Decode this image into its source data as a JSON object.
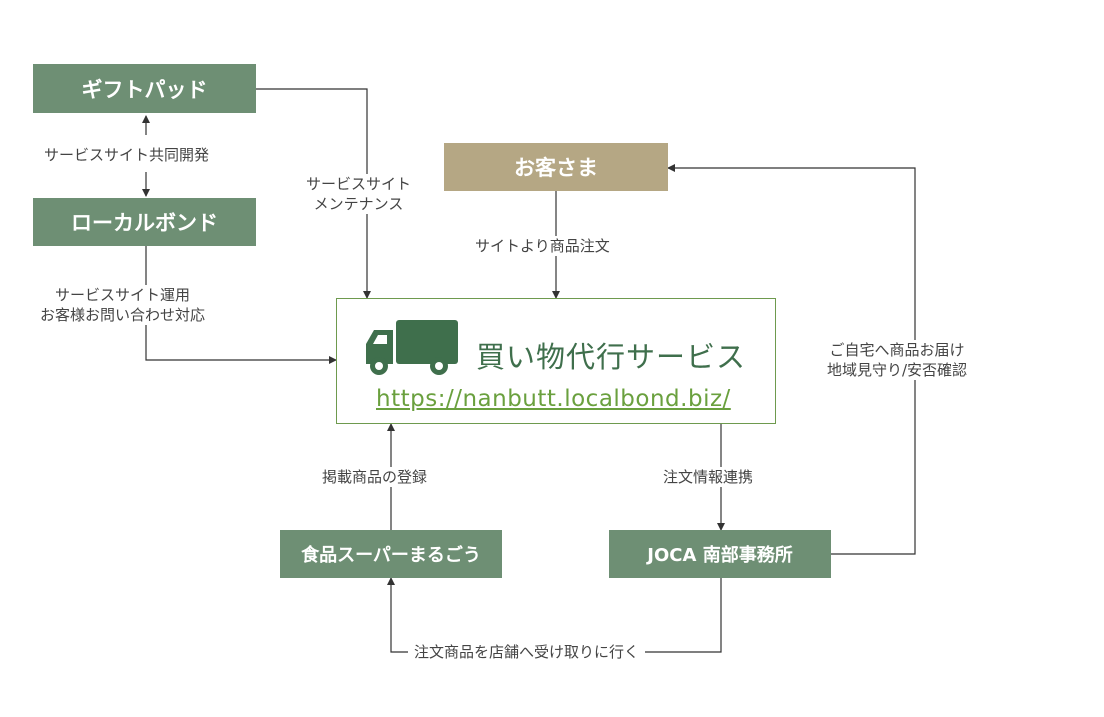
{
  "nodes": {
    "giftpad": "ギフトパッド",
    "localbond": "ローカルボンド",
    "customer": "お客さま",
    "supermarket": "食品スーパーまるごう",
    "joca": "JOCA 南部事務所"
  },
  "service": {
    "title": "買い物代行サービス",
    "url": "https://nanbutt.localbond.biz/"
  },
  "labels": {
    "codev": "サービスサイト共同開発",
    "maintenance_line1": "サービスサイト",
    "maintenance_line2": "メンテナンス",
    "operation_line1": "サービスサイト運用",
    "operation_line2": "お客様お問い合わせ対応",
    "order": "サイトより商品注文",
    "delivery_line1": "ご自宅へ商品お届け",
    "delivery_line2": "地域見守り/安否確認",
    "register": "掲載商品の登録",
    "link": "注文情報連携",
    "pickup": "注文商品を店舗へ受け取りに行く"
  },
  "colors": {
    "node_green": "#6e8f74",
    "node_tan": "#b5a784",
    "service_border": "#6e9a4e",
    "service_title": "#3f6f4c",
    "url": "#6aa03e",
    "truck": "#3f6f4c"
  },
  "icons": {
    "truck": "truck-icon"
  }
}
